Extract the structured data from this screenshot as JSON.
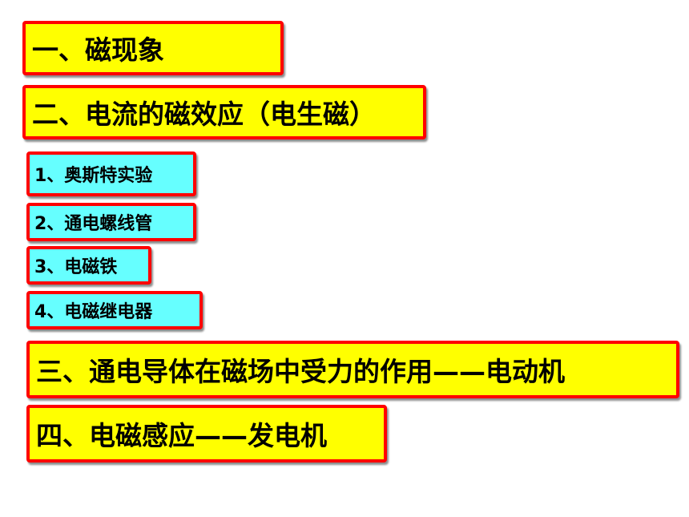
{
  "headings": [
    {
      "label": "一、磁现象"
    },
    {
      "label": "二、电流的磁效应（电生磁）"
    },
    {
      "label": "三、通电导体在磁场中受力的作用——电动机"
    },
    {
      "label": "四、电磁感应——发电机"
    }
  ],
  "subitems": [
    {
      "label": "1、奥斯特实验"
    },
    {
      "label": "2、通电螺线管"
    },
    {
      "label": "3、电磁铁"
    },
    {
      "label": "4、电磁继电器"
    }
  ],
  "colors": {
    "heading_bg": "#ffff00",
    "subitem_bg": "#66ffff",
    "border": "#ff0000"
  }
}
